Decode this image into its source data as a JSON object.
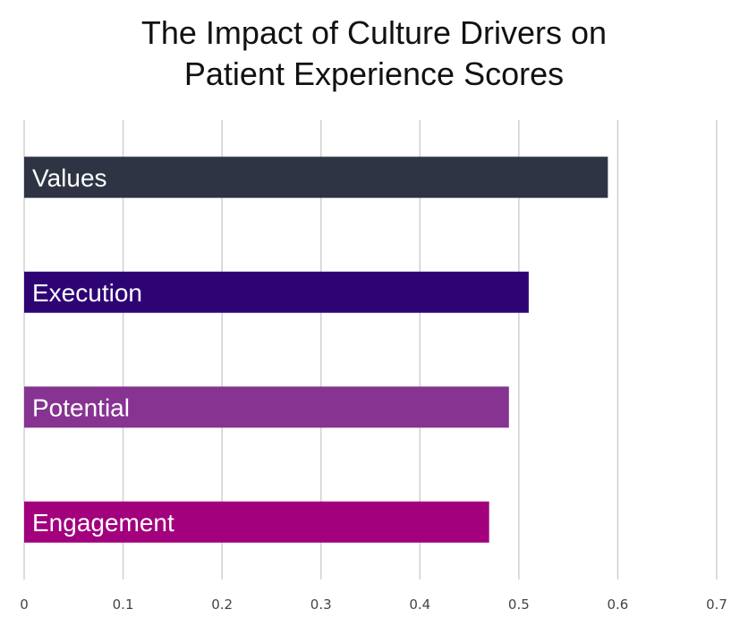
{
  "chart_data": {
    "type": "bar",
    "orientation": "horizontal",
    "title": [
      "The Impact of Culture Drivers on",
      "Patient Experience Scores"
    ],
    "categories": [
      "Values",
      "Execution",
      "Potential",
      "Engagement"
    ],
    "values": [
      0.59,
      0.51,
      0.49,
      0.47
    ],
    "colors": [
      "#2e3444",
      "#2e0475",
      "#863392",
      "#a2007d"
    ],
    "xlim": [
      0,
      0.7
    ],
    "xticks": [
      0,
      0.1,
      0.2,
      0.3,
      0.4,
      0.5,
      0.6,
      0.7
    ],
    "xtick_labels": [
      "0",
      "0.1",
      "0.2",
      "0.3",
      "0.4",
      "0.5",
      "0.6",
      "0.7"
    ],
    "grid": true,
    "gridline_color": "#d0d0d0",
    "legend": "none",
    "labels_inside_bars": true
  }
}
